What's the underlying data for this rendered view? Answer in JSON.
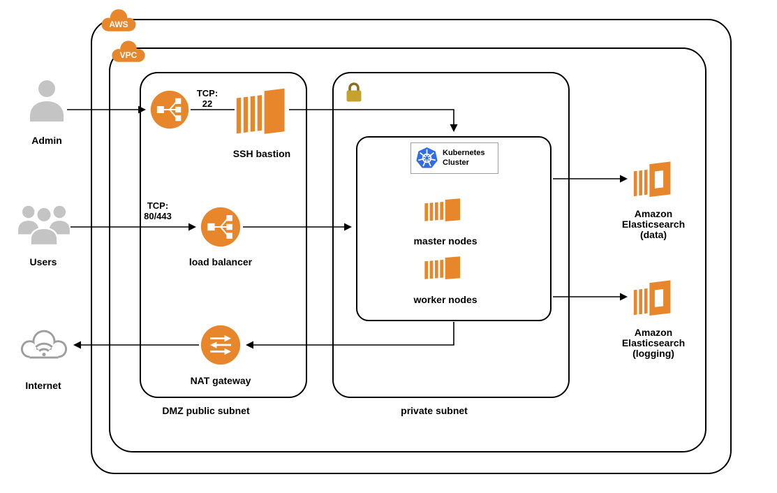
{
  "badges": {
    "aws": "AWS",
    "vpc": "VPC"
  },
  "actors": {
    "admin": "Admin",
    "users": "Users",
    "internet": "Internet"
  },
  "dmz": {
    "label": "DMZ public subnet",
    "ssh_bastion": "SSH bastion",
    "load_balancer": "load balancer",
    "nat_gateway": "NAT gateway"
  },
  "private_subnet": {
    "label": "private subnet",
    "kubernetes_cluster": "Kubernetes\nCluster",
    "master_nodes": "master nodes",
    "worker_nodes": "worker nodes"
  },
  "external": {
    "es_data": "Amazon\nElasticsearch\n(data)",
    "es_logging": "Amazon\nElasticsearch\n(logging)"
  },
  "edges": {
    "ssh_port": "TCP:\n22",
    "web_port": "TCP:\n80/443"
  },
  "colors": {
    "aws_orange": "#E8862C",
    "kubernetes_blue": "#326CE5",
    "lock_gold": "#C5A22E",
    "actor_gray": "#C4C4C4",
    "line_black": "#000000"
  }
}
